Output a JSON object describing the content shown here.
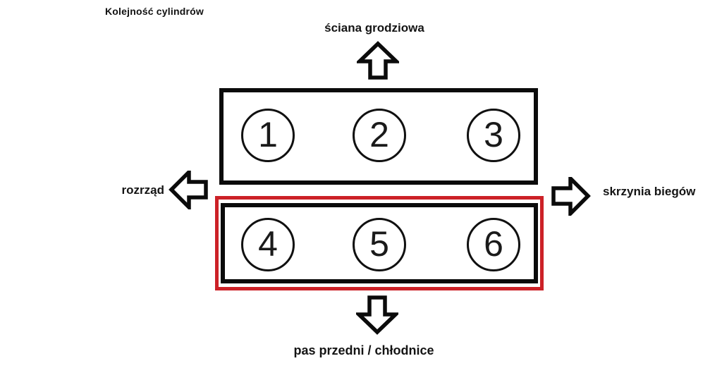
{
  "title": "Kolejność cylindrów",
  "labels": {
    "top": "ściana grodziowa",
    "left": "rozrząd",
    "right": "skrzynia biegów",
    "bottom": "pas przedni / chłodnice"
  },
  "banks": {
    "front": {
      "cylinders": [
        "1",
        "2",
        "3"
      ]
    },
    "rear": {
      "cylinders": [
        "4",
        "5",
        "6"
      ],
      "highlighted": true
    }
  },
  "icons": {
    "up": "up-arrow-icon",
    "down": "down-arrow-icon",
    "left": "left-arrow-icon",
    "right": "right-arrow-icon"
  },
  "colors": {
    "line": "#0b0b0b",
    "highlight_box": "#cc2127",
    "background": "#ffffff"
  }
}
